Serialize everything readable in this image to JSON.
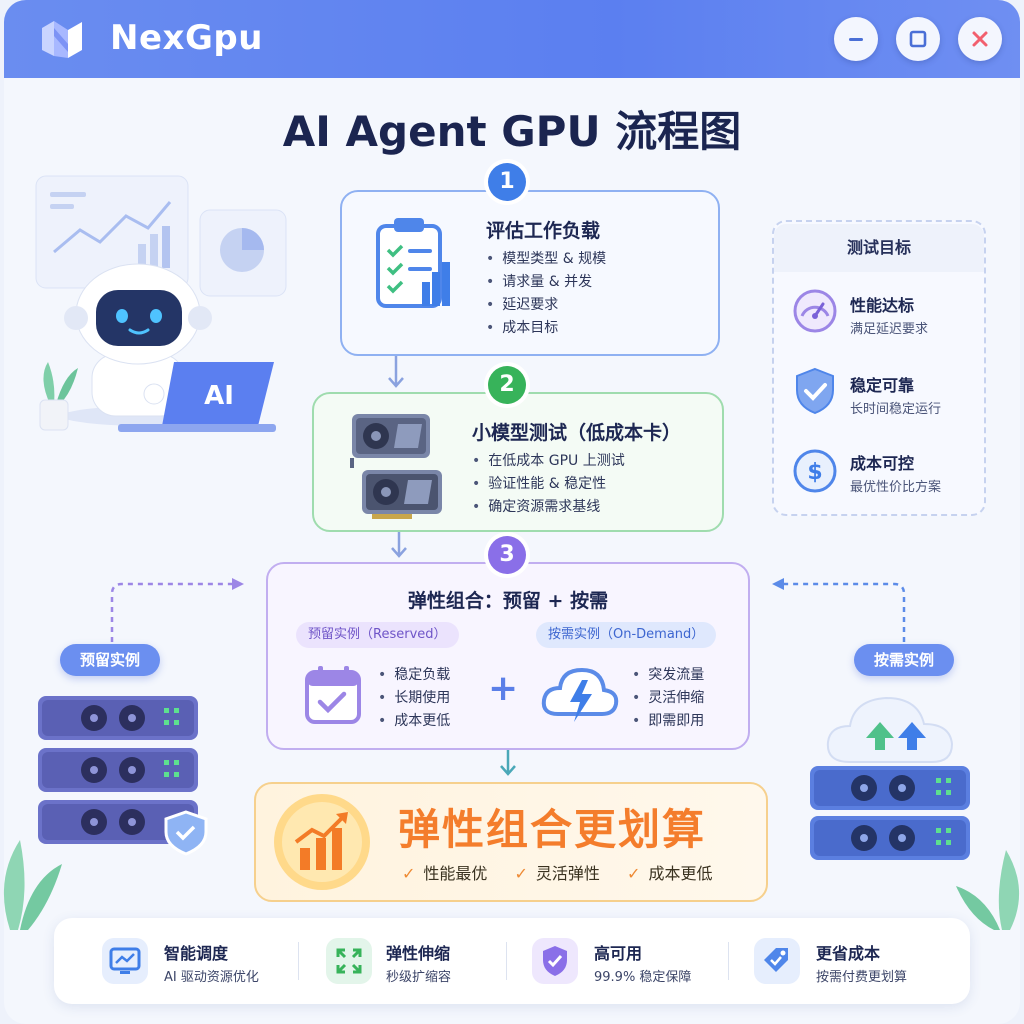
{
  "app": {
    "brand": "NexGpu"
  },
  "title": "AI Agent GPU 流程图",
  "steps": [
    {
      "num": "1",
      "title": "评估工作负载",
      "bullets": [
        "模型类型 & 规模",
        "请求量 & 并发",
        "延迟要求",
        "成本目标"
      ]
    },
    {
      "num": "2",
      "title": "小模型测试（低成本卡）",
      "bullets": [
        "在低成本 GPU 上测试",
        "验证性能 & 稳定性",
        "确定资源需求基线"
      ]
    },
    {
      "num": "3",
      "title": "弹性组合：预留 + 按需",
      "reserved": {
        "label": "预留实例（Reserved）",
        "bullets": [
          "稳定负载",
          "长期使用",
          "成本更低"
        ]
      },
      "ondemand": {
        "label": "按需实例（On-Demand）",
        "bullets": [
          "突发流量",
          "灵活伸缩",
          "即需即用"
        ]
      },
      "plus": "+"
    }
  ],
  "laptop_label": "AI",
  "slogan": {
    "text": "弹性组合更划算",
    "checks": [
      "性能最优",
      "灵活弹性",
      "成本更低"
    ]
  },
  "test_goals": {
    "heading": "测试目标",
    "items": [
      {
        "title": "性能达标",
        "sub": "满足延迟要求",
        "icon": "speedometer-icon"
      },
      {
        "title": "稳定可靠",
        "sub": "长时间稳定运行",
        "icon": "shield-check-icon"
      },
      {
        "title": "成本可控",
        "sub": "最优性价比方案",
        "icon": "dollar-icon"
      }
    ]
  },
  "side_tags": {
    "reserved": "预留实例",
    "ondemand": "按需实例"
  },
  "features": [
    {
      "title": "智能调度",
      "sub": "AI 驱动资源优化",
      "icon": "monitor-chart-icon"
    },
    {
      "title": "弹性伸缩",
      "sub": "秒级扩缩容",
      "icon": "expand-arrows-icon"
    },
    {
      "title": "高可用",
      "sub": "99.9% 稳定保障",
      "icon": "shield-check-icon"
    },
    {
      "title": "更省成本",
      "sub": "按需付费更划算",
      "icon": "price-tag-icon"
    }
  ],
  "colors": {
    "titlebar": "#5b7ff0",
    "step1": "#3f7ee8",
    "step2": "#37b35a",
    "step3": "#8a6fe8",
    "slogan": "#f47d2c"
  }
}
